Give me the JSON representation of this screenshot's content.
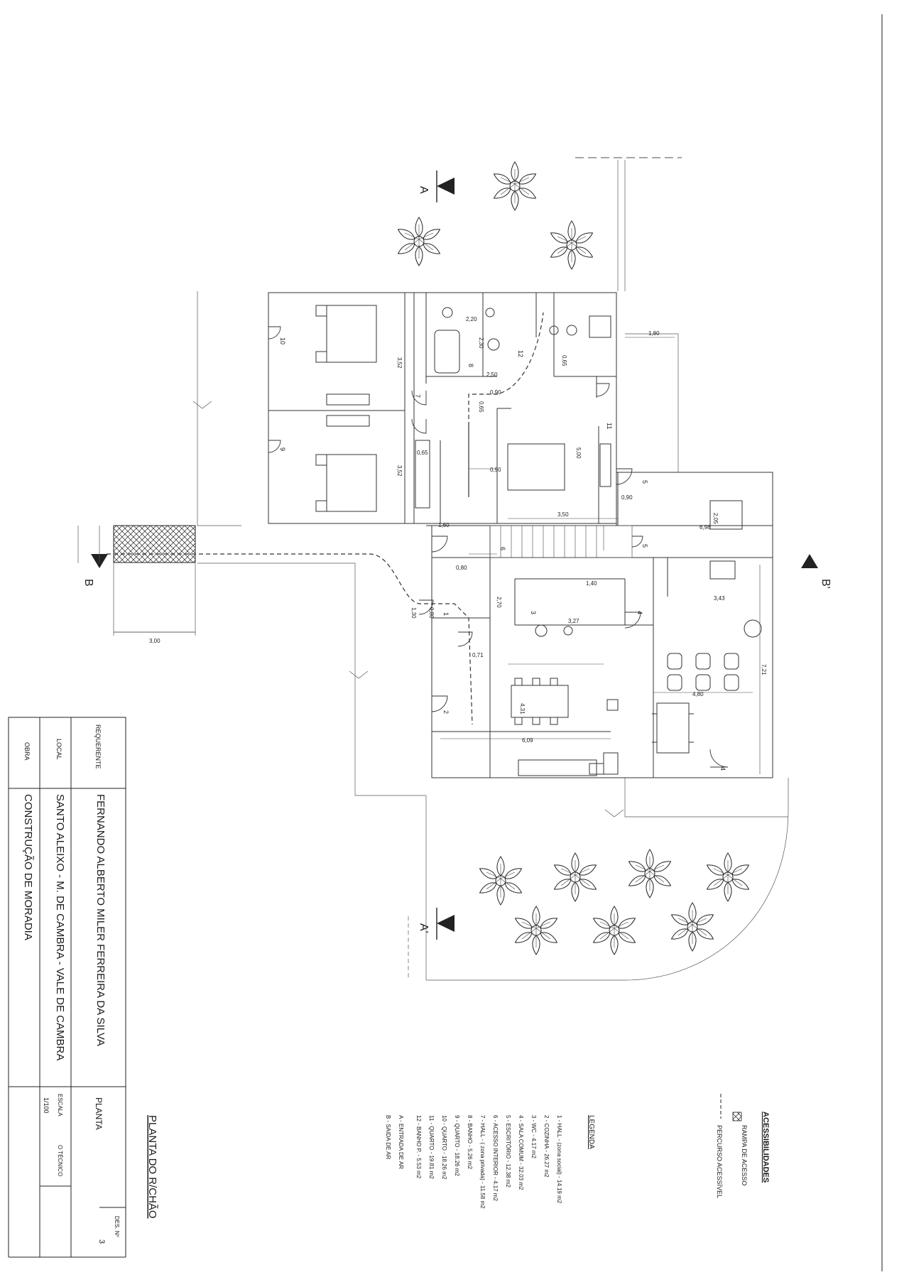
{
  "title_block": {
    "requerente_label": "REQUERENTE",
    "requerente_value": "FERNANDO ALBERTO MILER FERREIRA DA SILVA",
    "local_label": "LOCAL",
    "local_value": "SANTO ALEIXO - M. DE CAMBRA - VALE DE CAMBRA",
    "obra_label": "OBRA",
    "obra_value": "CONSTRUÇÃO DE MORADIA",
    "planta_label": "PLANTA",
    "escala_label": "ESCALA",
    "escala_value": "1/100",
    "tecnico_label": "O TÉCNICO",
    "des_label": "DES. Nº",
    "des_value": "3",
    "sheet_title": "PLANTA DO R/CHÃO"
  },
  "accessibility": {
    "heading": "ACESSIBILIDADES",
    "items": [
      "RAMPA DE ACESSO",
      "PERCURSO ACESSÍVEL"
    ]
  },
  "legend": {
    "heading": "LEGENDA",
    "items": [
      "1 - HALL - (zona social) - 14.19 m2",
      "2 - COZINHA - 26.27 m2",
      "3 - WC - 4.17 m2",
      "4 - SALA COMUM - 32.03 m2",
      "5 - ESCRITÓRIO - 12.38 m2",
      "6 - ACESSO INTERIOR - 4.17 m2",
      "7 - HALL - ( zona privada) - 11.58 m2",
      "8 - BANHO - 5.26 m2",
      "9 - QUARTO - 18.26 m2",
      "10 - QUARTO - 18.26 m2",
      "11 - QUARTO - 19.81 m2",
      "12 - BANHO P. - 5.53 m2",
      "A - ENTRADA DE AR",
      "B - SAIDA DE AR"
    ]
  },
  "section_marks": {
    "a_top": "A",
    "a_bottom": "A'",
    "b_left": "B",
    "b_right": "B'"
  },
  "room_numbers": [
    "1",
    "2",
    "3",
    "4",
    "4",
    "5",
    "5",
    "6",
    "7",
    "8",
    "9",
    "10",
    "11",
    "12"
  ],
  "dimensions": [
    "1,80",
    "2,20",
    "3,52",
    "3,52",
    "2,30",
    "0,65",
    "5,00",
    "0,90",
    "3,50",
    "0,90",
    "1,60",
    "0,80",
    "6,98",
    "2,05",
    "3,43",
    "1,40",
    "0,80",
    "2,70",
    "3,27",
    "0,71",
    "4,80",
    "7,21",
    "6,09",
    "4,31",
    "3,00",
    "2,50",
    "0,90",
    "0,65",
    "1,30",
    "0,65"
  ]
}
